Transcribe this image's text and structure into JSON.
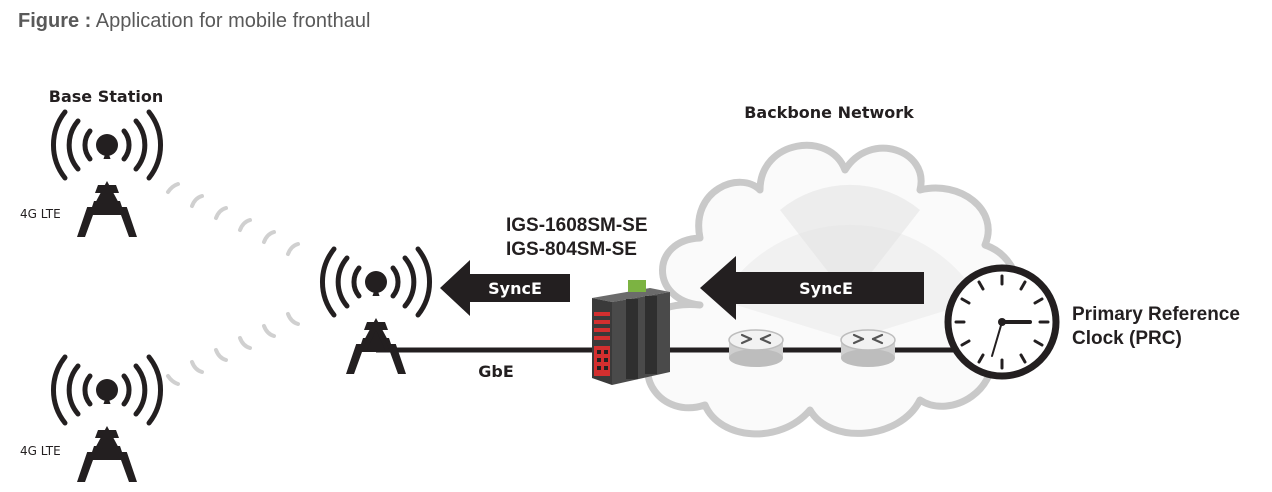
{
  "caption": {
    "lead": "Figure :",
    "text": "Application for mobile fronthaul"
  },
  "labels": {
    "base_station": "Base Station",
    "lte_top": "4G LTE",
    "lte_bottom": "4G LTE",
    "backbone": "Backbone Network",
    "switch_model_1": "IGS-1608SM-SE",
    "switch_model_2": "IGS-804SM-SE",
    "synce_left": "SyncE",
    "synce_right": "SyncE",
    "gbe": "GbE",
    "prc_line1": "Primary Reference",
    "prc_line2": "Clock (PRC)"
  },
  "icons": {
    "tower": "cell-tower-icon",
    "cloud": "cloud-icon",
    "router": "router-icon",
    "switch": "industrial-switch-icon",
    "clock": "clock-icon",
    "arrow": "arrow-left-icon"
  },
  "colors": {
    "black": "#231f20",
    "caption": "#595959",
    "cloud_stroke": "#c9c9c9",
    "switch_red": "#d32f2f",
    "switch_green": "#7cb342"
  }
}
